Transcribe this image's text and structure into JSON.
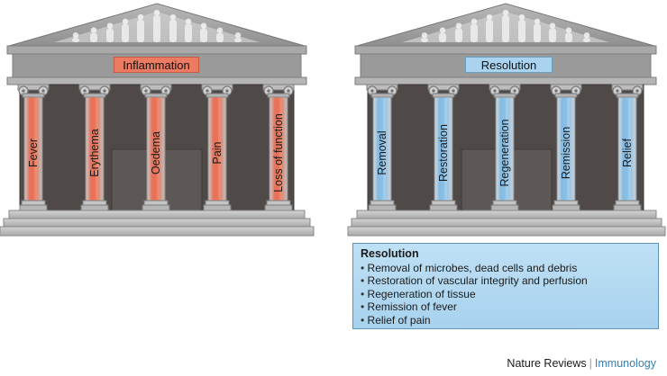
{
  "left_temple": {
    "banner": "Inflammation",
    "columns": [
      "Fever",
      "Erythema",
      "Oedema",
      "Pain",
      "Loss of function"
    ],
    "accent": "#e8553c"
  },
  "right_temple": {
    "banner": "Resolution",
    "columns": [
      "Removal",
      "Restoration",
      "Regeneration",
      "Remission",
      "Relief"
    ],
    "accent": "#6fb3e3"
  },
  "resolution_box": {
    "title": "Resolution",
    "items": [
      "Removal of microbes, dead cells and debris",
      "Restoration of vascular integrity and perfusion",
      "Regeneration of tissue",
      "Remission of fever",
      "Relief of pain"
    ]
  },
  "footer": {
    "journal": "Nature Reviews",
    "separator": "|",
    "subject": "Immunology"
  }
}
